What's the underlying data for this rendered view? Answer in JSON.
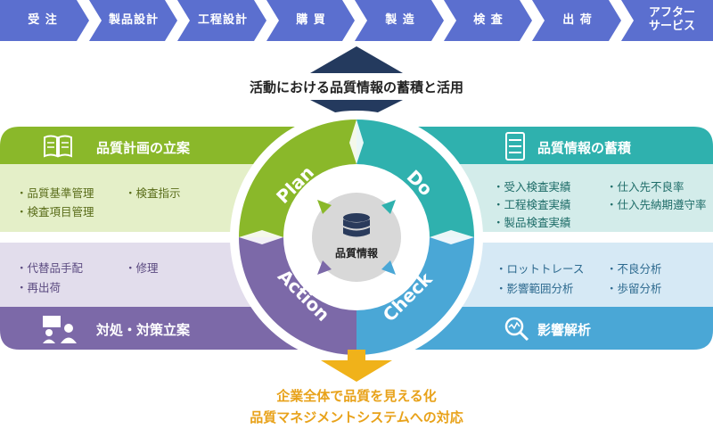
{
  "process_steps": [
    "受 注",
    "製品設計",
    "工程設計",
    "購 買",
    "製 造",
    "検 査",
    "出 荷"
  ],
  "process_last": {
    "line1": "アフター",
    "line2": "サービス"
  },
  "top_label": "活動における品質情報の蓄積と活用",
  "plan": {
    "title": "品質計画の立案",
    "items": [
      "・品質基準管理",
      "・検査項目管理",
      "・検査指示"
    ]
  },
  "do": {
    "title": "品質情報の蓄積",
    "items": [
      "・受入検査実績",
      "・工程検査実績",
      "・製品検査実績",
      "・仕入先不良率",
      "・仕入先納期遵守率"
    ]
  },
  "action": {
    "title": "対処・対策立案",
    "items": [
      "・代替品手配",
      "・再出荷",
      "・修理"
    ]
  },
  "check": {
    "title": "影響解析",
    "items": [
      "・ロットトレース",
      "・影響範囲分析",
      "・不良分析",
      "・歩留分析"
    ]
  },
  "cycle": {
    "plan": "Plan",
    "do": "Do",
    "check": "Check",
    "action": "Action",
    "center": "品質情報"
  },
  "bottom": {
    "line1": "企業全体で品質を見える化",
    "line2": "品質マネジメントシステムへの対応"
  },
  "colors": {
    "process": "#5b6fcf",
    "green": "#8ab82a",
    "green_light": "#e4efc8",
    "teal": "#2fb1ae",
    "teal_light": "#d3ecea",
    "purple": "#7c69a8",
    "purple_light": "#e2ddec",
    "blue": "#4aa7d6",
    "blue_light": "#d6e9f5",
    "navy": "#243a5e",
    "orange": "#f0b21a"
  }
}
